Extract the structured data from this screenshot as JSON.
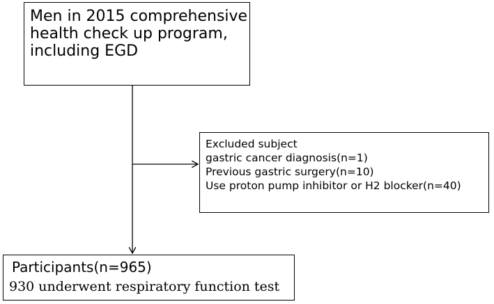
{
  "top_box": {
    "lines": [
      "Men in 2015 comprehensive",
      "health check up program,",
      "including EGD"
    ]
  },
  "excluded_box": {
    "title": "Excluded subject",
    "items": [
      "gastric cancer diagnosis(n=1)",
      "Previous gastric surgery(n=10)",
      "Use proton pump inhibitor or H2 blocker(n=40)"
    ]
  },
  "participants_box": {
    "title": "Participants(n=965)",
    "subtitle": "930  underwent respiratory function test"
  }
}
